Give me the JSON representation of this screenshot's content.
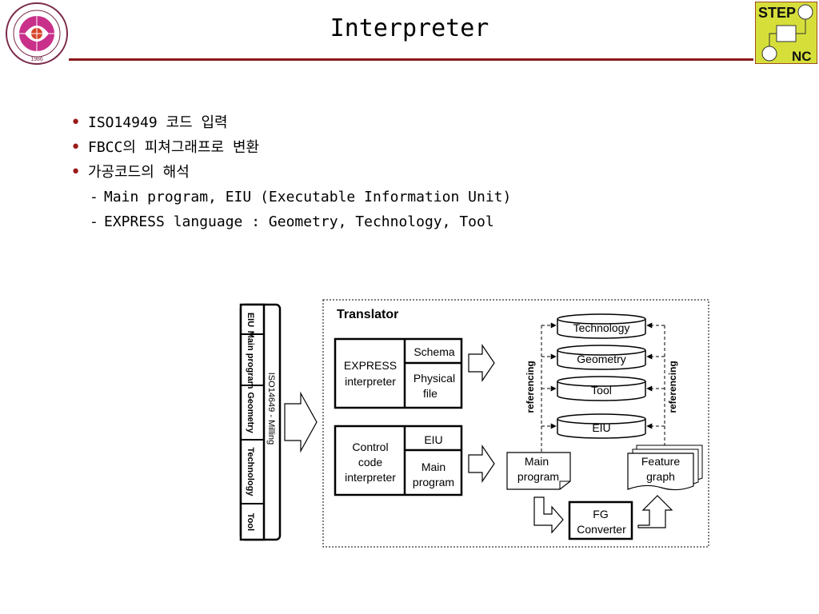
{
  "slide": {
    "title": "Interpreter",
    "logo_right": {
      "top": "STEP",
      "bottom": "NC"
    },
    "logo_left": {
      "ring_text": "POHANG UNIVERSITY OF SCIENCE AND TECHNOLOGY",
      "year": "1986"
    }
  },
  "bullets": [
    {
      "text": "ISO14949 코드 입력"
    },
    {
      "text": "FBCC의 피쳐그래프로 변환"
    },
    {
      "text": "가공코드의 해석"
    }
  ],
  "sub_bullets": [
    {
      "text": "Main program, EIU (Executable Information Unit)"
    },
    {
      "text": "EXPRESS language : Geometry, Technology, Tool"
    }
  ],
  "diagram": {
    "stack": {
      "cells": [
        "EIU",
        "Main program",
        "Geometry",
        "Technology",
        "Tool"
      ],
      "side_label": "ISO14649 - Milling"
    },
    "translator_title": "Translator",
    "express": {
      "left": "EXPRESS interpreter",
      "top": "Schema",
      "bottom": "Physical file"
    },
    "control": {
      "left": "Control code interpreter",
      "top": "EIU",
      "bottom": "Main program"
    },
    "databases": [
      "Technology",
      "Geometry",
      "Tool",
      "EIU"
    ],
    "referencing": "referencing",
    "main_program_doc": "Main program",
    "feature_graph_doc": "Feature graph",
    "fg_converter": "FG Converter"
  }
}
